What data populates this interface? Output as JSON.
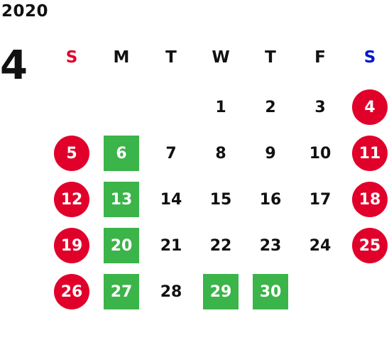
{
  "calendar": {
    "year": "2020",
    "month": "4",
    "weekday_headers": [
      {
        "label": "S",
        "color": "#e0002a"
      },
      {
        "label": "M",
        "color": "#111111"
      },
      {
        "label": "T",
        "color": "#111111"
      },
      {
        "label": "W",
        "color": "#111111"
      },
      {
        "label": "T",
        "color": "#111111"
      },
      {
        "label": "F",
        "color": "#111111"
      },
      {
        "label": "S",
        "color": "#0018c8"
      }
    ],
    "start_weekday_index": 3,
    "days": [
      {
        "n": "1"
      },
      {
        "n": "2"
      },
      {
        "n": "3"
      },
      {
        "n": "4",
        "mark": "red"
      },
      {
        "n": "5",
        "mark": "red"
      },
      {
        "n": "6",
        "mark": "green"
      },
      {
        "n": "7"
      },
      {
        "n": "8"
      },
      {
        "n": "9"
      },
      {
        "n": "10"
      },
      {
        "n": "11",
        "mark": "red"
      },
      {
        "n": "12",
        "mark": "red"
      },
      {
        "n": "13",
        "mark": "green"
      },
      {
        "n": "14"
      },
      {
        "n": "15"
      },
      {
        "n": "16"
      },
      {
        "n": "17"
      },
      {
        "n": "18",
        "mark": "red"
      },
      {
        "n": "19",
        "mark": "red"
      },
      {
        "n": "20",
        "mark": "green"
      },
      {
        "n": "21"
      },
      {
        "n": "22"
      },
      {
        "n": "23"
      },
      {
        "n": "24"
      },
      {
        "n": "25",
        "mark": "red"
      },
      {
        "n": "26",
        "mark": "red"
      },
      {
        "n": "27",
        "mark": "green"
      },
      {
        "n": "28"
      },
      {
        "n": "29",
        "mark": "green"
      },
      {
        "n": "30",
        "mark": "green"
      }
    ],
    "colors": {
      "holiday_red": "#e0002a",
      "marked_green": "#3bb449",
      "sunday_header": "#e0002a",
      "saturday_header": "#0018c8"
    }
  }
}
